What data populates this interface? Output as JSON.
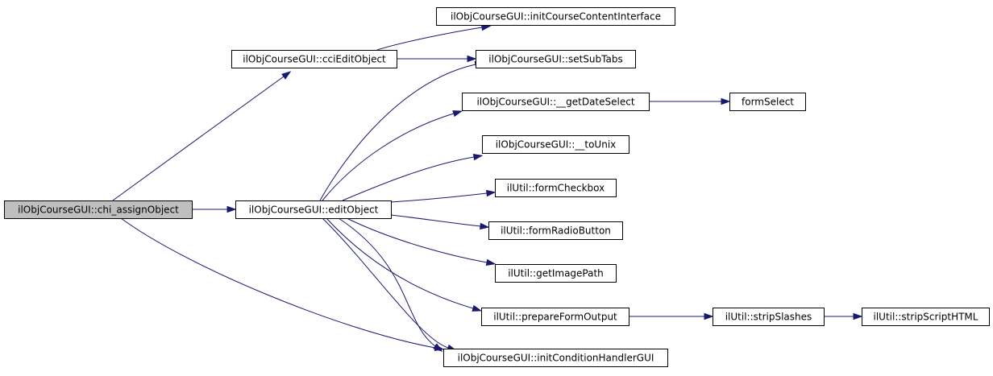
{
  "graph": {
    "nodes": [
      {
        "id": "chi_assignObject",
        "label": "ilObjCourseGUI::chi_assignObject",
        "current": true
      },
      {
        "id": "cciEditObject",
        "label": "ilObjCourseGUI::cciEditObject"
      },
      {
        "id": "editObject",
        "label": "ilObjCourseGUI::editObject"
      },
      {
        "id": "initCourseContentInterface",
        "label": "ilObjCourseGUI::initCourseContentInterface"
      },
      {
        "id": "setSubTabs",
        "label": "ilObjCourseGUI::setSubTabs"
      },
      {
        "id": "getDateSelect",
        "label": "ilObjCourseGUI::__getDateSelect"
      },
      {
        "id": "formSelect",
        "label": "formSelect"
      },
      {
        "id": "toUnix",
        "label": "ilObjCourseGUI::__toUnix"
      },
      {
        "id": "formCheckbox",
        "label": "ilUtil::formCheckbox"
      },
      {
        "id": "formRadioButton",
        "label": "ilUtil::formRadioButton"
      },
      {
        "id": "getImagePath",
        "label": "ilUtil::getImagePath"
      },
      {
        "id": "prepareFormOutput",
        "label": "ilUtil::prepareFormOutput"
      },
      {
        "id": "stripSlashes",
        "label": "ilUtil::stripSlashes"
      },
      {
        "id": "stripScriptHTML",
        "label": "ilUtil::stripScriptHTML"
      },
      {
        "id": "initConditionHandlerGUI",
        "label": "ilObjCourseGUI::initConditionHandlerGUI"
      }
    ],
    "edges": [
      {
        "from": "chi_assignObject",
        "to": "cciEditObject"
      },
      {
        "from": "chi_assignObject",
        "to": "editObject"
      },
      {
        "from": "chi_assignObject",
        "to": "initConditionHandlerGUI"
      },
      {
        "from": "cciEditObject",
        "to": "initCourseContentInterface"
      },
      {
        "from": "cciEditObject",
        "to": "setSubTabs"
      },
      {
        "from": "editObject",
        "to": "setSubTabs"
      },
      {
        "from": "editObject",
        "to": "getDateSelect"
      },
      {
        "from": "editObject",
        "to": "toUnix"
      },
      {
        "from": "editObject",
        "to": "formCheckbox"
      },
      {
        "from": "editObject",
        "to": "formRadioButton"
      },
      {
        "from": "editObject",
        "to": "getImagePath"
      },
      {
        "from": "editObject",
        "to": "prepareFormOutput"
      },
      {
        "from": "editObject",
        "to": "initConditionHandlerGUI"
      },
      {
        "from": "getDateSelect",
        "to": "formSelect"
      },
      {
        "from": "prepareFormOutput",
        "to": "stripSlashes"
      },
      {
        "from": "stripSlashes",
        "to": "stripScriptHTML"
      }
    ]
  }
}
